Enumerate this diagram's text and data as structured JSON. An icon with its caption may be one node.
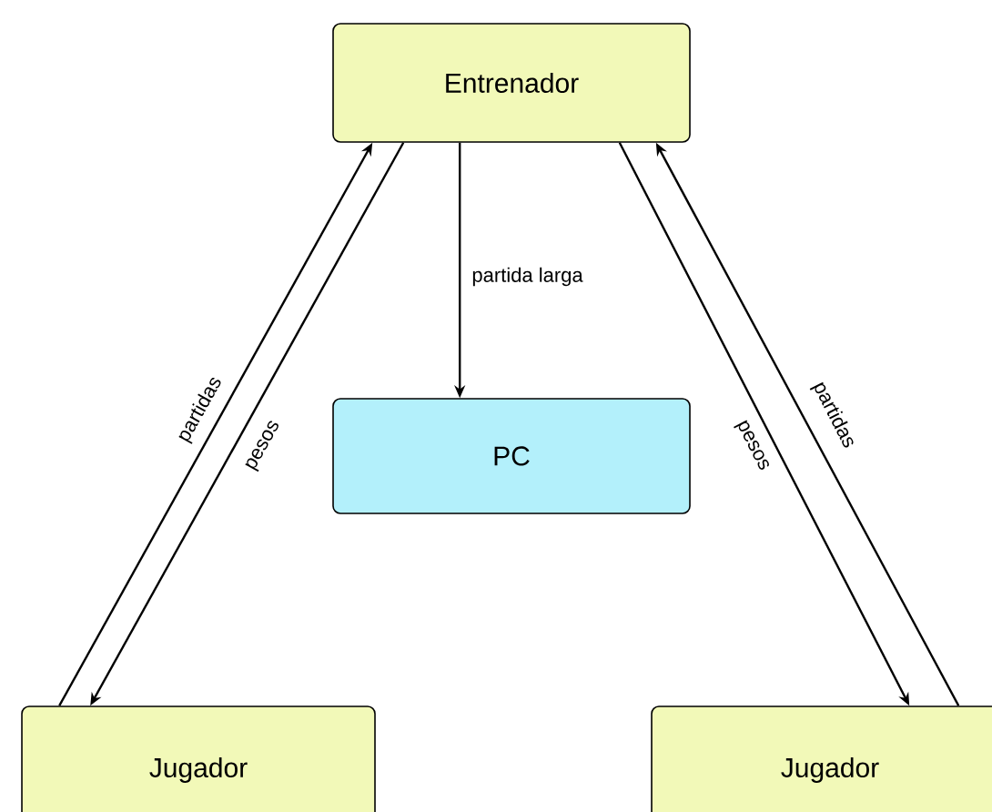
{
  "diagram": {
    "nodes": [
      {
        "text": [
          "Entrenador"
        ]
      },
      {
        "text": [
          "PC"
        ]
      },
      {
        "text": [
          "Jugador"
        ]
      },
      {
        "text": [
          "Jugador"
        ]
      }
    ],
    "edges": [
      {
        "from": 0,
        "to": 1,
        "arrow": "to",
        "label": "partida larga"
      },
      {
        "from": 2,
        "to": 0,
        "arrow": "to",
        "label": "partidas"
      },
      {
        "from": 0,
        "to": 2,
        "arrow": "to",
        "label": "pesos"
      },
      {
        "from": 0,
        "to": 3,
        "arrow": "to",
        "label": "pesos"
      },
      {
        "from": 3,
        "to": 0,
        "arrow": "to",
        "label": "partidas"
      }
    ]
  }
}
